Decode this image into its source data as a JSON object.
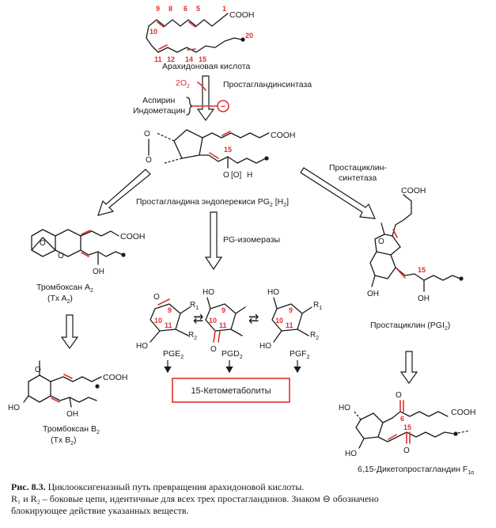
{
  "colors": {
    "accent": "#e02e2e",
    "ink": "#1a1a1a"
  },
  "arachidonic": {
    "name": "Арахидоновая кислота",
    "group": "COOH",
    "locants": [
      "9",
      "8",
      "6",
      "5",
      "1",
      "10",
      "11",
      "12",
      "14",
      "15",
      "20"
    ]
  },
  "synthase": {
    "o2": "2O",
    "o2_sub": "2",
    "enzyme": "Простагландинсинтаза",
    "inhibitor_1": "Аспирин",
    "inhibitor_2": "Индометацин",
    "block_symbol": "−"
  },
  "pgg2": {
    "group": "COOH",
    "locant": "15",
    "oxygen_label": "O",
    "bracket_o": "[O]",
    "h": "H",
    "name": "Простагландина эндоперекиси PG",
    "name_sub": "2",
    "name_tail": " [H",
    "name_tail_sub": "2",
    "name_close": "]"
  },
  "prostacyclin_synthetase": {
    "line1": "Простациклин-",
    "line2": "синтетаза"
  },
  "pg_isomerase": "PG-изомеразы",
  "txa2": {
    "group": "COOH",
    "oh": "OH",
    "name_line1": "Тромбоксан A",
    "name_sub": "2",
    "name_line2": "(Tx A",
    "name_line2_sub": "2",
    "name_line2_close": ")"
  },
  "txb2": {
    "group": "COOH",
    "ho": "HO",
    "oh": "OH",
    "name_line1": "Тромбоксан B",
    "name_sub": "2",
    "name_line2": "(Tx  B",
    "name_line2_sub": "2",
    "name_line2_close": ")"
  },
  "pgi2": {
    "group": "COOH",
    "oh1": "OH",
    "oh2": "OH",
    "locant": "15",
    "name": "Простациклин (PGI",
    "name_sub": "2",
    "name_close": ")"
  },
  "isomers": {
    "pge2": {
      "o": "O",
      "ho": "HO",
      "r1": "R",
      "r1_sub": "1",
      "r2": "R",
      "r2_sub": "2",
      "locants": [
        "9",
        "10",
        "11"
      ],
      "name": "PGE",
      "name_sub": "2"
    },
    "pgd2": {
      "ho": "HO",
      "o": "O",
      "locants": [
        "9",
        "10",
        "11"
      ],
      "name": "PGD",
      "name_sub": "2"
    },
    "pgf2": {
      "ho1": "HO",
      "ho2": "HO",
      "r1": "R",
      "r1_sub": "1",
      "r2": "R",
      "r2_sub": "2",
      "locants": [
        "9",
        "10",
        "11"
      ],
      "name": "PGF",
      "name_sub": "2"
    },
    "eq_symbol": "⇄"
  },
  "keto_metabolites": "15-Кетометаболиты",
  "keto_pgf1a": {
    "group": "COOH",
    "ho1": "HO",
    "ho2": "HO",
    "o1": "O",
    "o2": "O",
    "locants": [
      "6",
      "15"
    ],
    "name": "6,15-Дикетопростагландин F",
    "name_sub": "1α"
  },
  "caption": {
    "fig": "Рис. 8.3.",
    "title": " Циклооксигеназный путь превращения арахидоновой кислоты.",
    "line2": "R₁ и R₂ – боковые цепи, идентичные для всех трех простагландинов. Знаком ⊖ обозначено",
    "line3": "блокирующее действие указанных веществ."
  }
}
